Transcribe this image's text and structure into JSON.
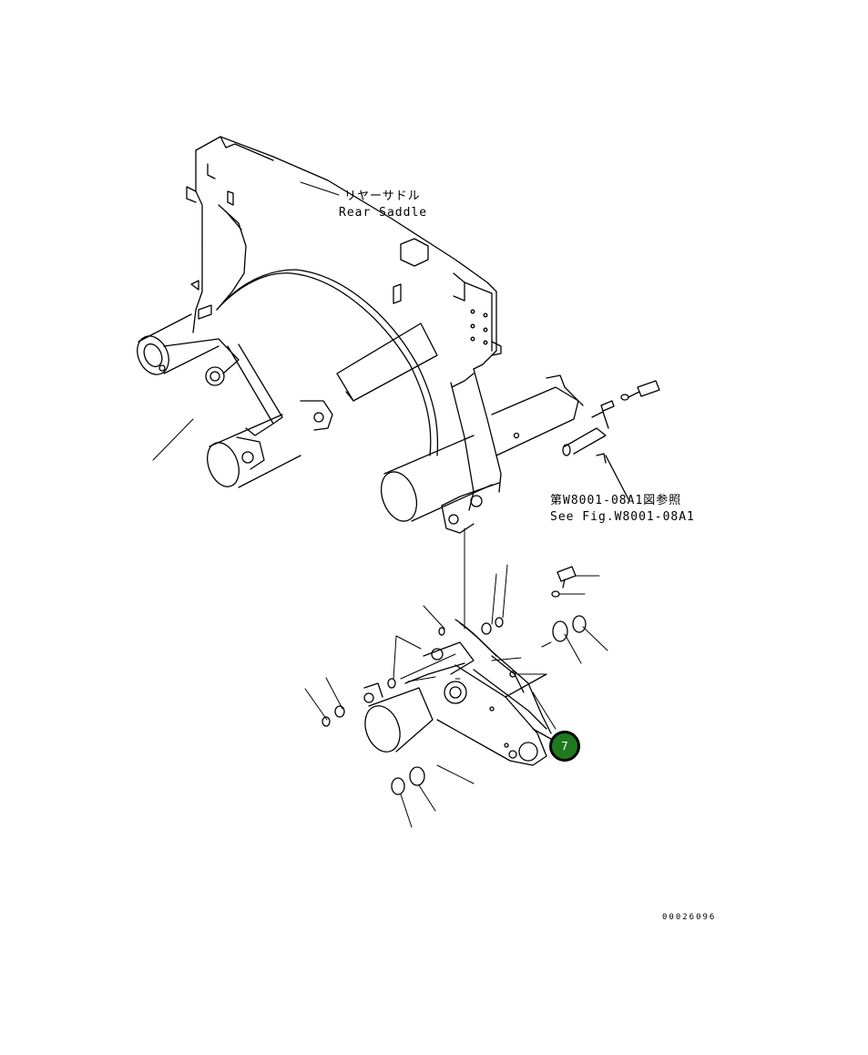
{
  "labels": {
    "rear_saddle_jp": "リヤーサドル",
    "rear_saddle_en": "Rear Saddle",
    "see_fig_jp": "第W8001-08A1図参照",
    "see_fig_en": "See Fig.W8001-08A1",
    "drawing_number": "00026096"
  },
  "callouts": [
    {
      "number": "7"
    }
  ]
}
